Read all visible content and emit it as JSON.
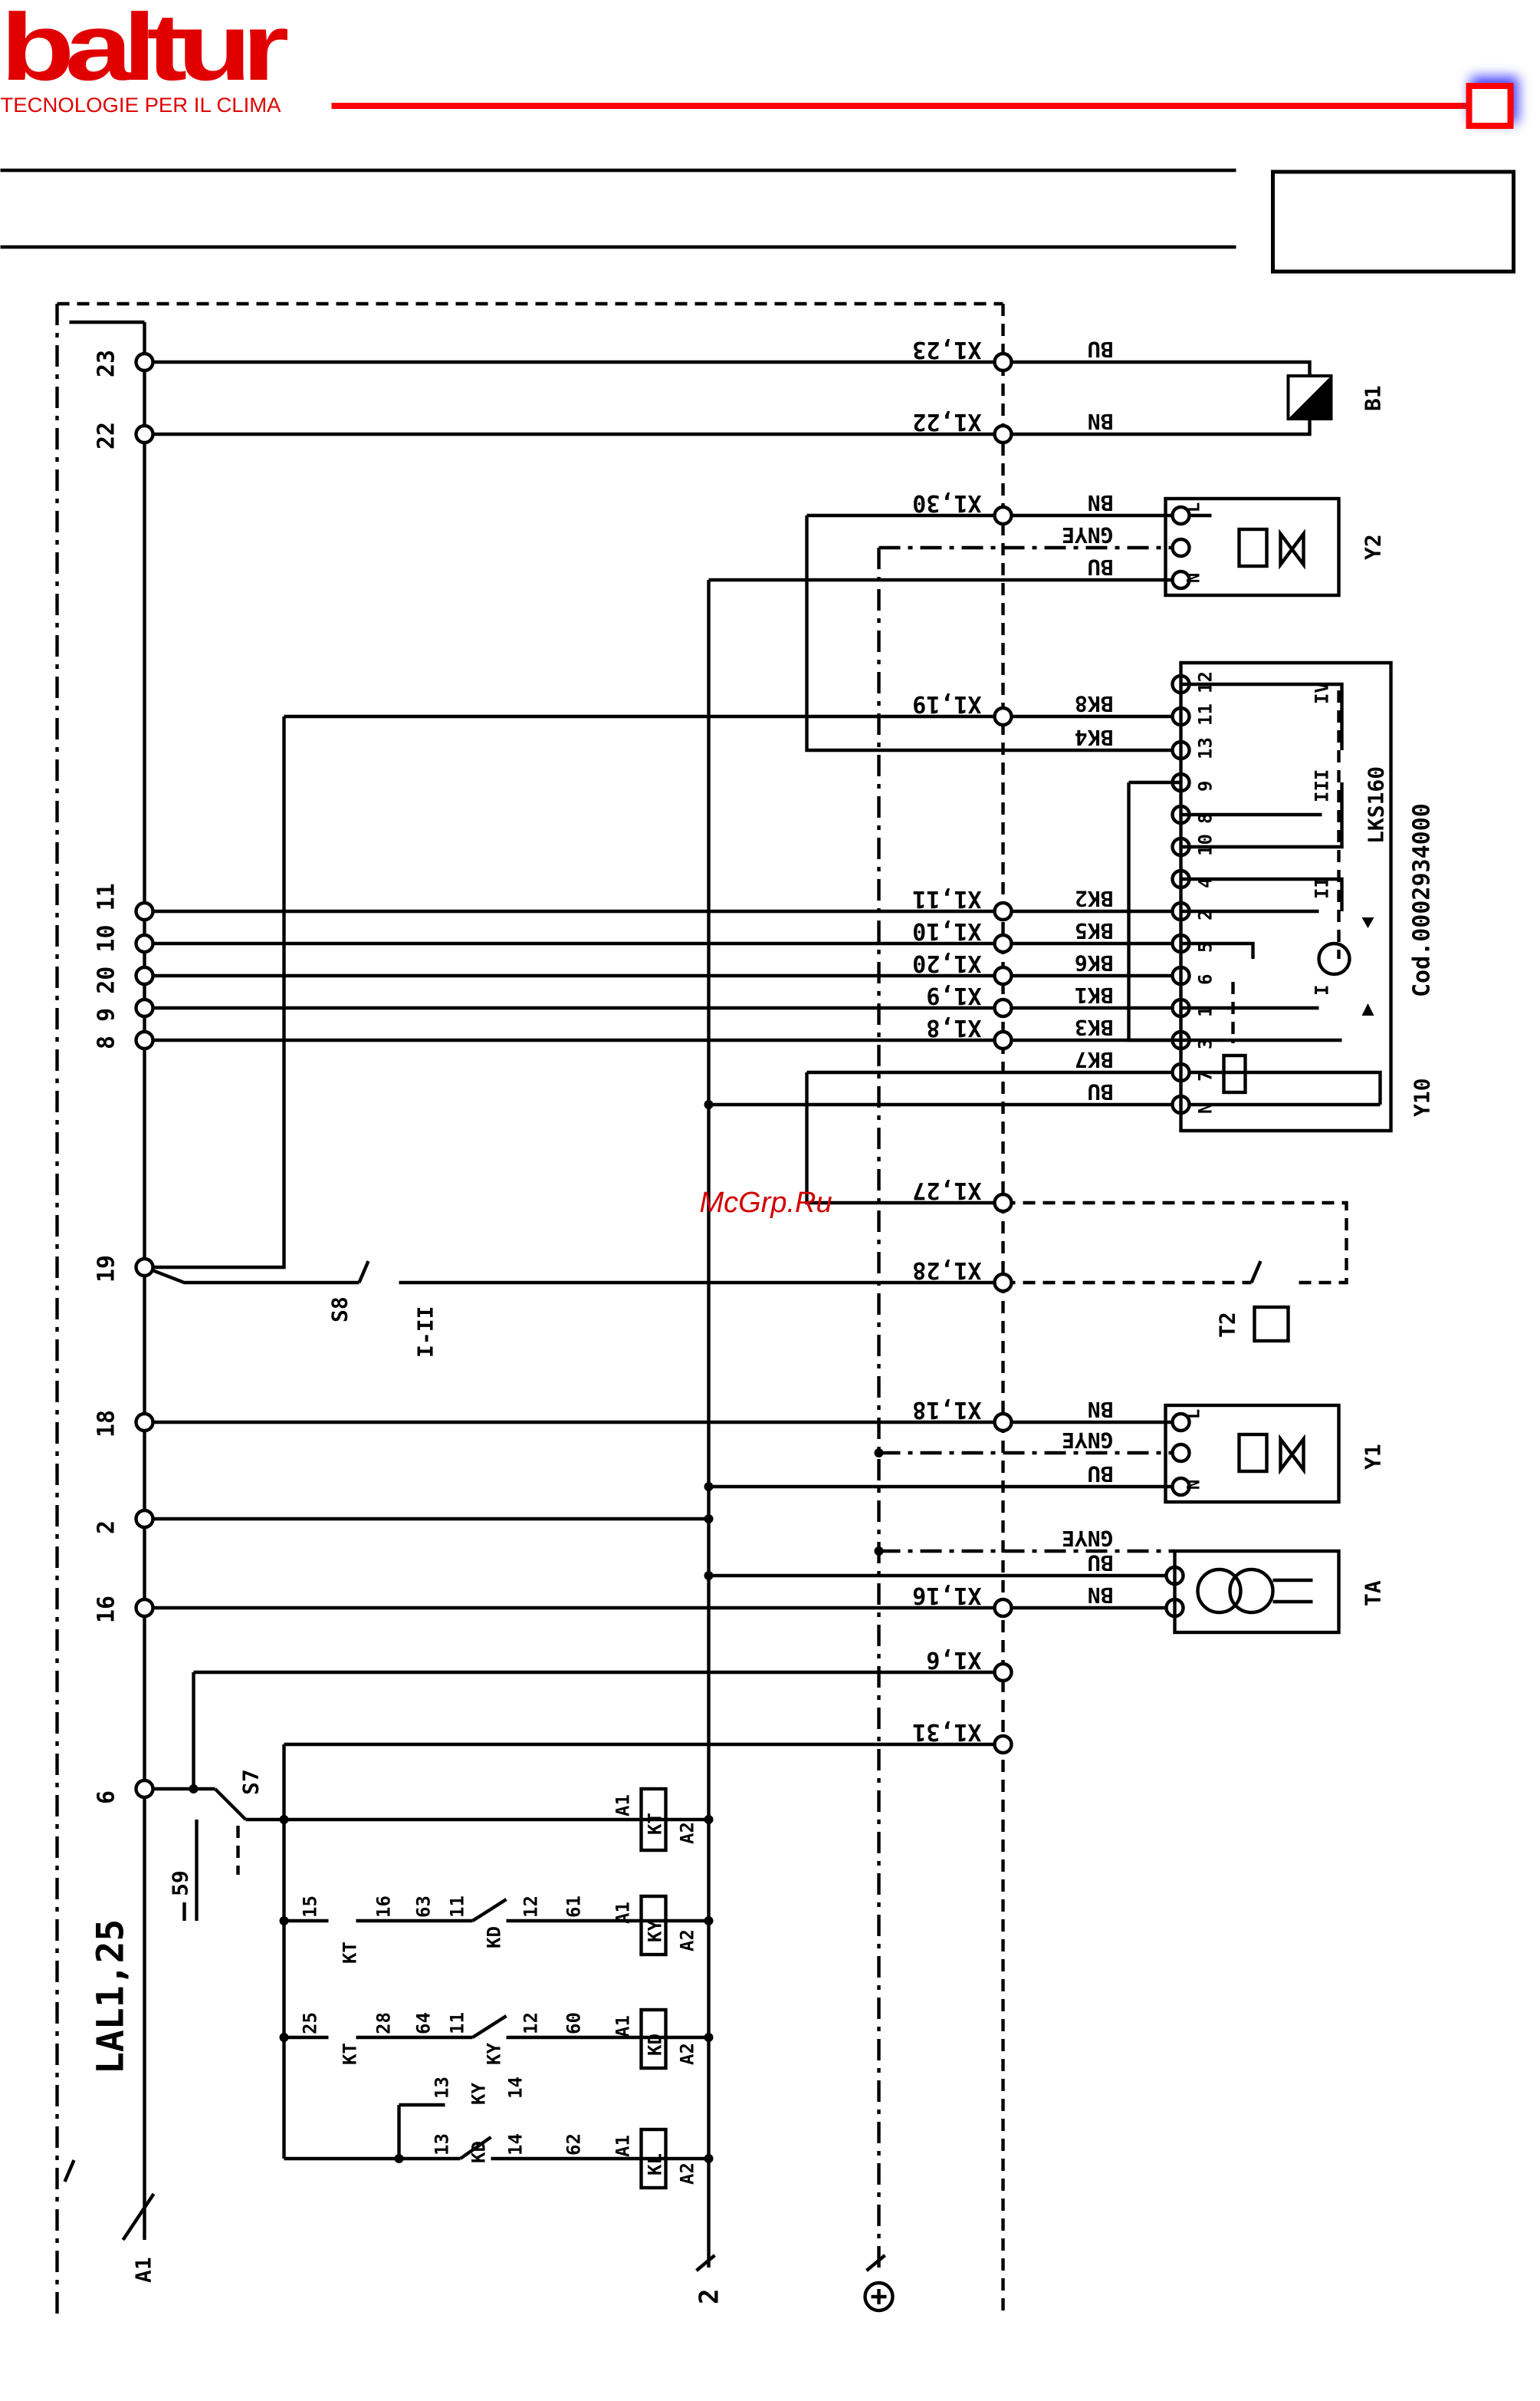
{
  "header": {
    "logo": "baltur",
    "tagline": "TECNOLOGIE PER IL CLIMA",
    "accent_color": "#ff0000"
  },
  "watermark": "McGrp.Ru",
  "controller": {
    "name": "LAL1,25",
    "ref": "A1"
  },
  "left_terminals": [
    "23",
    "22",
    "8 9 20 10 11",
    "19",
    "18",
    "2",
    "16",
    "6"
  ],
  "strip_labels": [
    "X1,23",
    "X1,22",
    "X1,30",
    "X1,19",
    "X1,11",
    "X1,10",
    "X1,20",
    "X1,9",
    "X1,8",
    "X1,27",
    "X1,28",
    "X1,18",
    "X1,16",
    "X1,6",
    "X1,31"
  ],
  "wire_labels": [
    "BU",
    "BN",
    "BN",
    "GNYE",
    "BU",
    "BK8",
    "BK4",
    "BK2",
    "BK5",
    "BK6",
    "BK1",
    "BK3",
    "BK7",
    "BU",
    "BN",
    "GNYE",
    "BU",
    "GNYE",
    "BU",
    "BN"
  ],
  "components": {
    "b1": "B1",
    "y2": "Y2",
    "y10": "Y10",
    "lks": "LKS160",
    "code": "Cod.0002934000",
    "s8": "S8",
    "s8_mode": "I-II",
    "t2": "T2",
    "y1": "Y1",
    "ta": "TA",
    "s7": "S7",
    "s7_term": "59",
    "neutral": "2"
  },
  "lks_terminals": [
    "12",
    "11",
    "13",
    "9",
    "8",
    "10",
    "4",
    "2",
    "5",
    "6",
    "1",
    "3",
    "7",
    "N"
  ],
  "lks_switches": [
    "IV",
    "III",
    "II",
    "I"
  ],
  "valve_terms": [
    "L",
    "N"
  ],
  "relays": [
    {
      "a1": "A1",
      "name": "KT",
      "a2": "A2"
    },
    {
      "a1": "A1",
      "name": "KY",
      "a2": "A2"
    },
    {
      "a1": "A1",
      "name": "KD",
      "a2": "A2"
    },
    {
      "a1": "A1",
      "name": "KL",
      "a2": "A2"
    }
  ],
  "contacts": [
    "15",
    "KT",
    "16",
    "63",
    "11",
    "KD",
    "12",
    "61",
    "25",
    "KT",
    "28",
    "64",
    "11",
    "KY",
    "12",
    "60",
    "13",
    "KY",
    "14",
    "13",
    "KD",
    "14",
    "62"
  ]
}
